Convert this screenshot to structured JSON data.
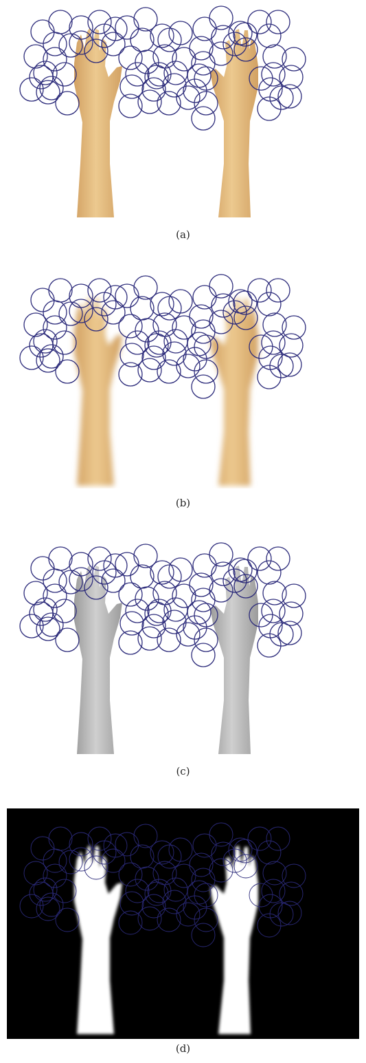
{
  "figure": {
    "panels": [
      {
        "label": "(a)",
        "style": "color",
        "skin_light": "#ecc98f",
        "skin_dark": "#d2a163",
        "background": "#ffffff"
      },
      {
        "label": "(b)",
        "style": "blurred",
        "skin_light": "#ecc98f",
        "skin_dark": "#d2a163",
        "background": "#ffffff"
      },
      {
        "label": "(c)",
        "style": "grayscale",
        "skin_light": "#cfcfcf",
        "skin_dark": "#9c9c9c",
        "background": "#ffffff"
      },
      {
        "label": "(d)",
        "style": "binary",
        "skin_light": "#ffffff",
        "skin_dark": "#ffffff",
        "background": "#000000"
      }
    ],
    "circle_color": "#2b2a7a",
    "circle_count": 68
  }
}
